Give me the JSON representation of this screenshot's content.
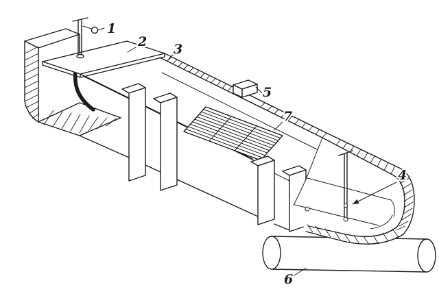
{
  "figure": {
    "background_color": "#ffffff",
    "ink_color": "#1c1c1c",
    "callouts": [
      {
        "label": "1"
      },
      {
        "label": "2"
      },
      {
        "label": "3"
      },
      {
        "label": "4"
      },
      {
        "label": "5"
      },
      {
        "label": "6"
      },
      {
        "label": "7"
      }
    ]
  }
}
